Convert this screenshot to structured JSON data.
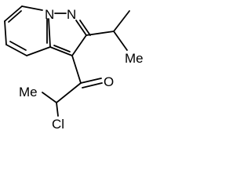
{
  "molecule": {
    "atoms": {
      "n1": "N",
      "n2": "N",
      "o": "O",
      "me_isopropyl": "Me",
      "me_chain": "Me",
      "cl": "Cl"
    }
  }
}
